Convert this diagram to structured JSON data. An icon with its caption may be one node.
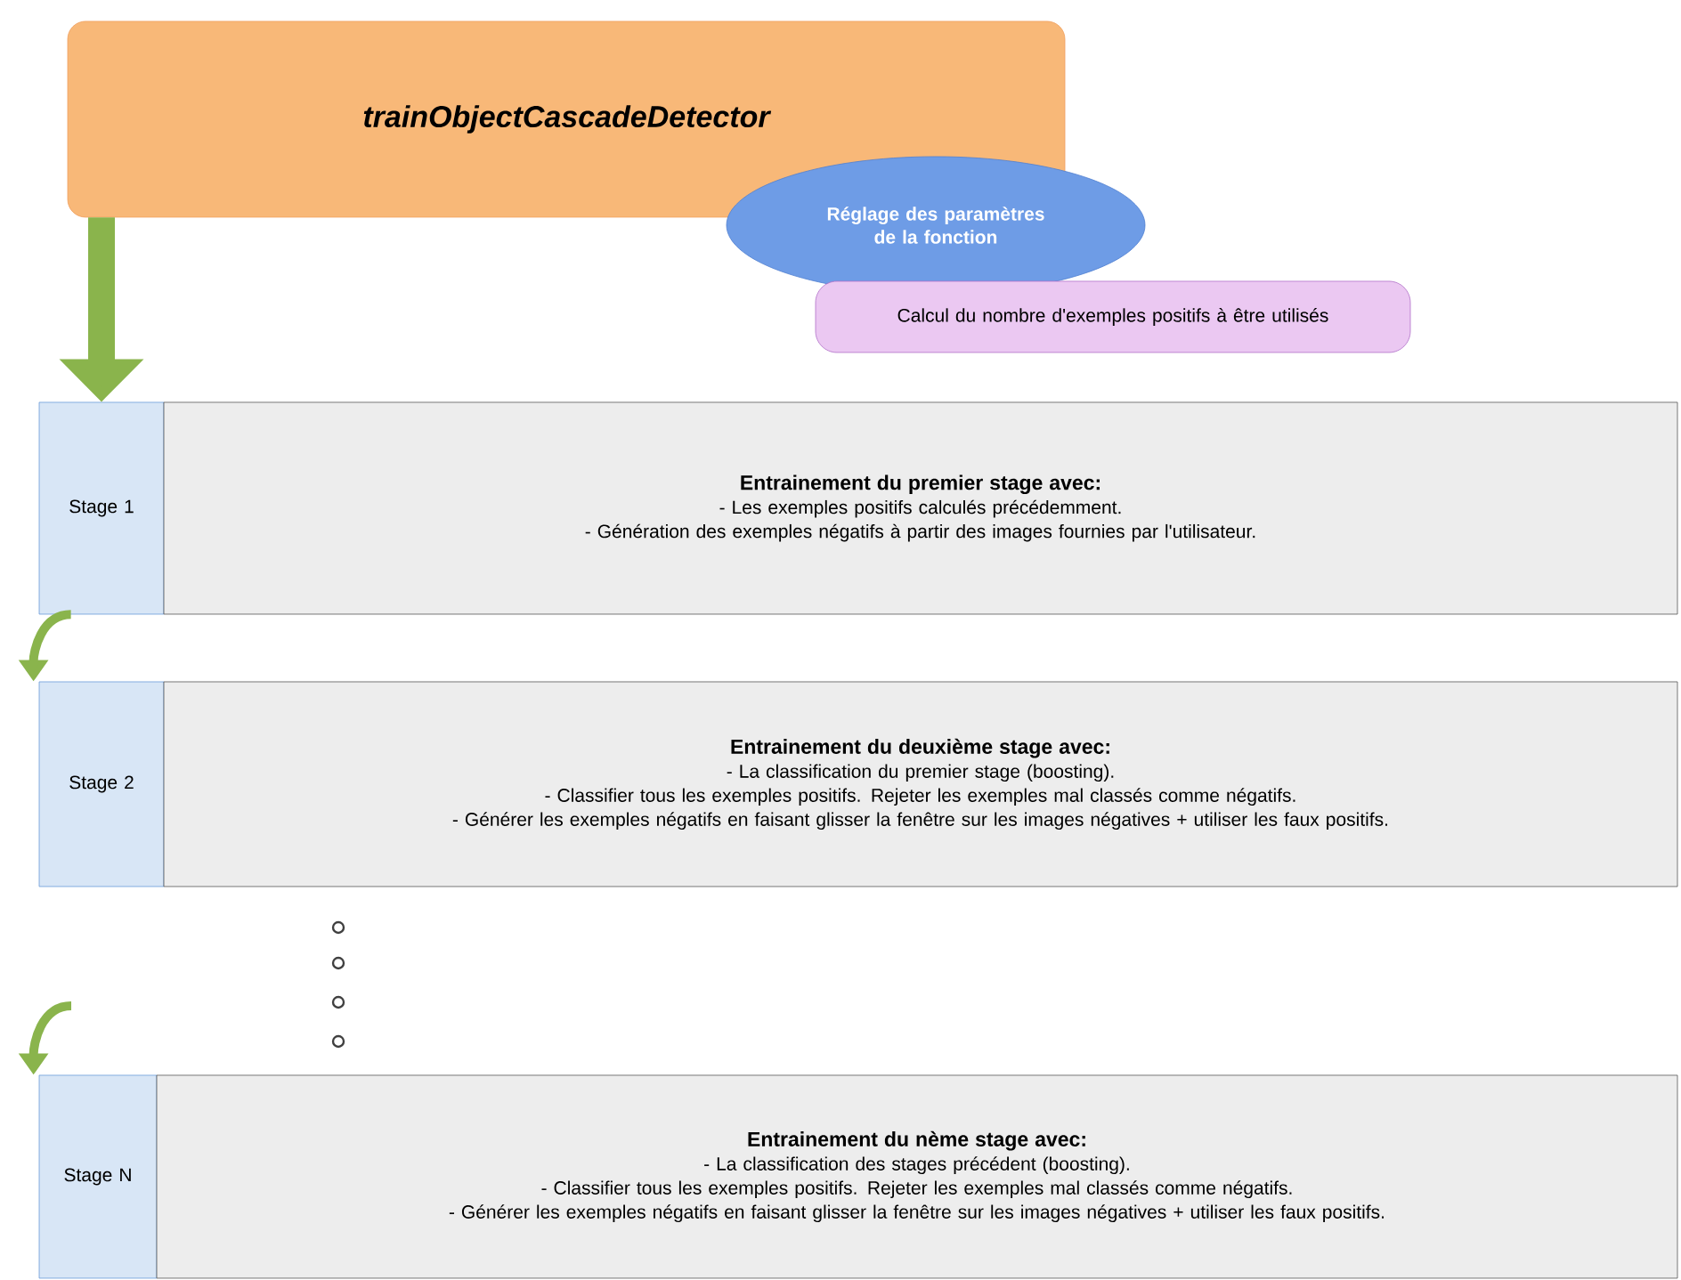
{
  "diagram": {
    "nodes": [
      {
        "text": [
          "trainObjectCascadeDetector"
        ]
      },
      {
        "text": [
          "Réglage des paramètres de la fonction"
        ]
      },
      {
        "text": [
          "Calcul du nombre d'exemples positifs à être utilisés"
        ]
      },
      {
        "text": [
          "Stage 1"
        ]
      },
      {
        "text": [
          "Entrainement du premier stage avec:",
          "- Les exemples positifs calculés précédemment.",
          "- Génération des exemples négatifs à partir des images fournies par l'utilisateur."
        ]
      },
      {
        "text": [
          "Stage 2"
        ]
      },
      {
        "text": [
          "Entrainement du deuxième stage avec:",
          "- La classification du premier stage (boosting).",
          "- Classifier tous les exemples positifs. Rejeter les exemples mal classés comme négatifs.",
          "- Générer les exemples négatifs en faisant glisser la fenêtre sur les images négatives + utiliser les faux positifs."
        ]
      },
      {
        "text": [
          "Stage N"
        ]
      },
      {
        "text": [
          "Entrainement du nème stage avec:",
          "- La classification des stages précédent (boosting).",
          "- Classifier tous les exemples positifs. Rejeter les exemples mal classés comme négatifs.",
          "- Générer les exemples négatifs en faisant glisser la fenêtre sur les images négatives + utiliser les faux positifs."
        ]
      }
    ],
    "edges": [
      {
        "from": 0,
        "to": 3,
        "arrow": "to",
        "style": "thick"
      },
      {
        "from": 3,
        "to": 5,
        "arrow": "to"
      },
      {
        "from": null,
        "to": 7,
        "arrow": "to"
      }
    ]
  }
}
